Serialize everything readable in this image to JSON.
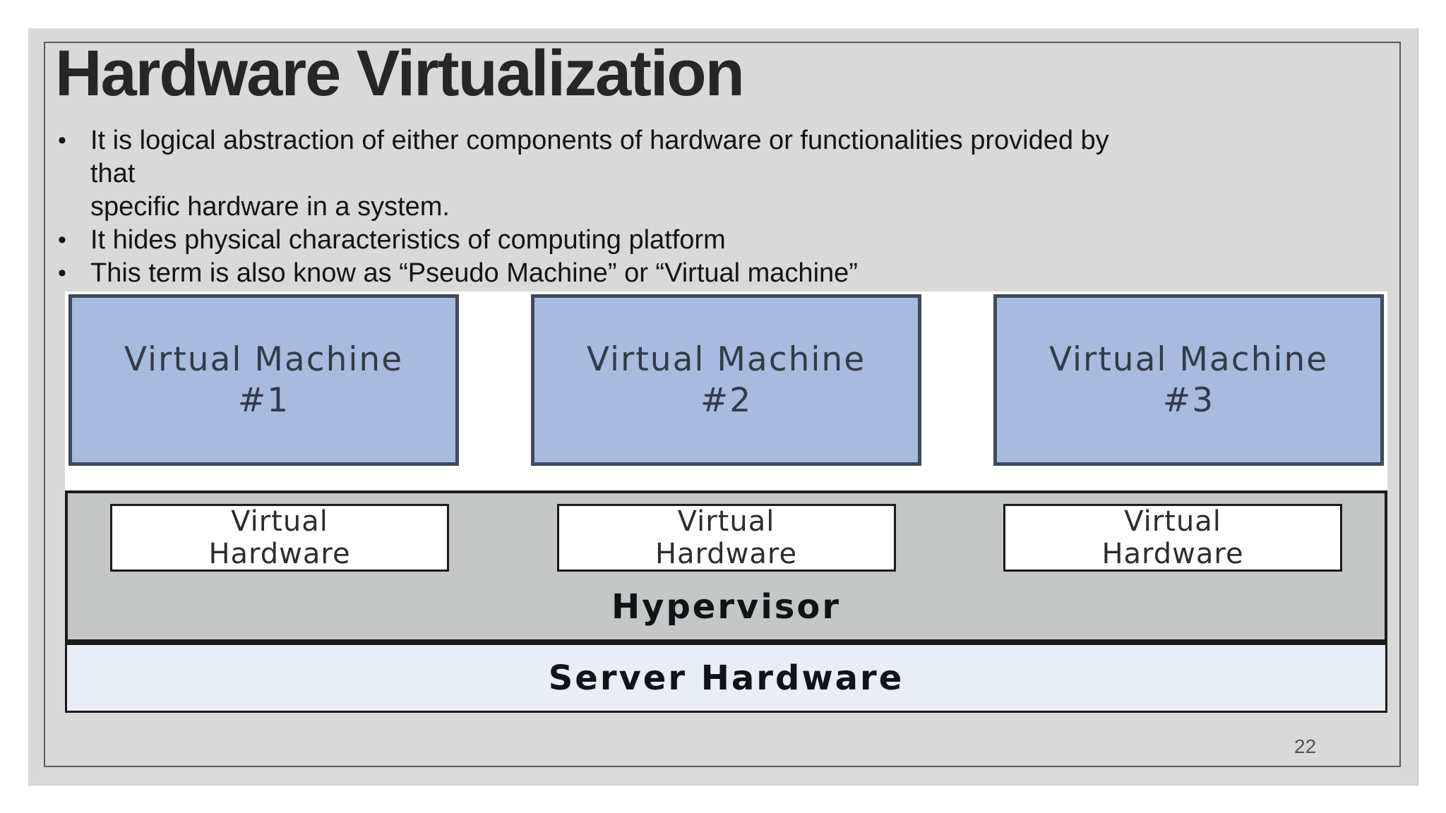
{
  "slide": {
    "title": "Hardware Virtualization",
    "page_number": "22",
    "bullet_marker": "•",
    "bullets": [
      {
        "lines": [
          "It is logical abstraction of either components of hardware or functionalities provided by",
          "that",
          "specific hardware in a system."
        ]
      },
      {
        "lines": [
          "It hides physical characteristics of computing platform"
        ]
      },
      {
        "lines": [
          "This term is also know as “Pseudo Machine” or “Virtual machine”"
        ]
      }
    ]
  },
  "diagram": {
    "vms": [
      {
        "line1": "Virtual Machine",
        "line2": "#1"
      },
      {
        "line1": "Virtual Machine",
        "line2": "#2"
      },
      {
        "line1": "Virtual Machine",
        "line2": "#3"
      }
    ],
    "virtual_hardware": [
      {
        "line1": "Virtual",
        "line2": "Hardware"
      },
      {
        "line1": "Virtual",
        "line2": "Hardware"
      },
      {
        "line1": "Virtual",
        "line2": "Hardware"
      }
    ],
    "hypervisor_label": "Hypervisor",
    "server_label": "Server Hardware"
  },
  "colors": {
    "page-bg": "#ffffff",
    "slide-bg": "#d9d9d9",
    "inner-border": "#5a5a5a",
    "title-color": "#262626",
    "body-text": "#141414",
    "band-bg": "#ffffff",
    "vm-fill": "#a8bbde",
    "vm-border": "#3e4a5e",
    "vm-text": "#333b49",
    "hypervisor-fill": "#c5c6c6",
    "hypervisor-border": "#1b1b1b",
    "vh-fill": "#ffffff",
    "vh-border": "#1b1b1b",
    "vh-text": "#2d2d2d",
    "diagram-label-text": "#101418",
    "server-fill": "#e9edf6",
    "server-border": "#1b1b1b",
    "page-number-color": "#555555"
  }
}
